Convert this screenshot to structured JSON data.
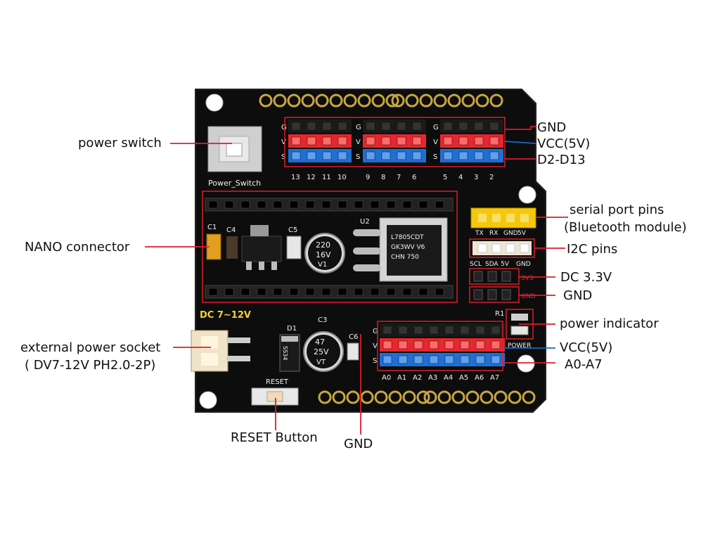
{
  "labels": {
    "power_switch": "power switch",
    "gnd_top": "GND",
    "vcc_top": "VCC(5V)",
    "d2_d13": "D2-D13",
    "serial_line1": "serial port pins",
    "serial_line2": "(Bluetooth module)",
    "i2c": "I2C pins",
    "dc33": "DC 3.3V",
    "gnd_mid": "GND",
    "power_indicator": "power indicator",
    "vcc_bottom": "VCC(5V)",
    "a0_a7": "A0-A7",
    "nano_connector": "NANO connector",
    "ext_power_line1": "external power socket",
    "ext_power_line2": "( DV7-12V PH2.0-2P)",
    "reset_button": "RESET Button",
    "gnd_bottom": "GND"
  },
  "board": {
    "power_switch_label": "Power_Switch",
    "dc_label": "DC 7~12V",
    "reset_label": "RESET",
    "power_label": "POWER",
    "r1": "R1",
    "c1": "C1",
    "c3": "C3",
    "c4": "C4",
    "c5": "C5",
    "c6": "C6",
    "d1": "D1",
    "u2": "U2",
    "v33": "3V3",
    "gnd_pad": "GND",
    "cap_220_a": "220",
    "cap_220_b": "16V",
    "cap_220_c": "V1",
    "cap_47_a": "47",
    "cap_47_b": "25V",
    "cap_47_c": "VT",
    "reg_line1": "L7805CDT",
    "reg_line2": "GK3WV V6",
    "reg_line3": "CHN 750",
    "diode": "SS34",
    "gvs_g": "G",
    "gvs_v": "V",
    "gvs_s": "S",
    "digital_nums": [
      "13",
      "12",
      "11",
      "10",
      "9",
      "8",
      "7",
      "6",
      "5",
      "4",
      "3",
      "2"
    ],
    "analog_nums": [
      "A0",
      "A1",
      "A2",
      "A3",
      "A4",
      "A5",
      "A6",
      "A7"
    ],
    "serial_pins": [
      "TX",
      "RX",
      "GND",
      "5V"
    ],
    "i2c_pins": [
      "SCL",
      "SDA",
      "5V",
      "GND"
    ]
  },
  "colors": {
    "pcb": "#0d0d0d",
    "header_red": "#e8262c",
    "header_blue": "#1f6fd6",
    "callout_line": "#d81f2a",
    "callout_line_blue": "#1f66c8",
    "gold": "#c9a640",
    "serial_yellow": "#f6c70a"
  }
}
